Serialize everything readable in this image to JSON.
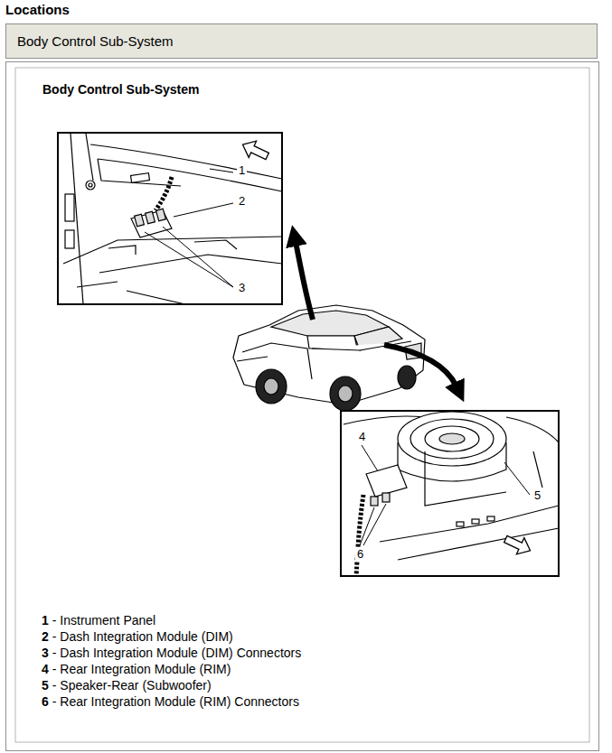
{
  "diagram": {
    "title": "Locations",
    "nodes": [
      {
        "text": [
          "Body Control Sub-System"
        ]
      },
      {
        "text": [
          "Body Control Sub-System"
        ]
      }
    ],
    "labels": [
      "1",
      "2",
      "3",
      "4",
      "5",
      "6",
      "1",
      "- Instrument Panel",
      "2",
      "- Dash Integration Module (DIM)",
      "3",
      "- Dash Integration Module (DIM) Connectors",
      "4",
      "- Rear Integration Module (RIM)",
      "5",
      "- Speaker-Rear (Subwoofer)",
      "6",
      "- Rear Integration Module (RIM) Connectors"
    ]
  }
}
